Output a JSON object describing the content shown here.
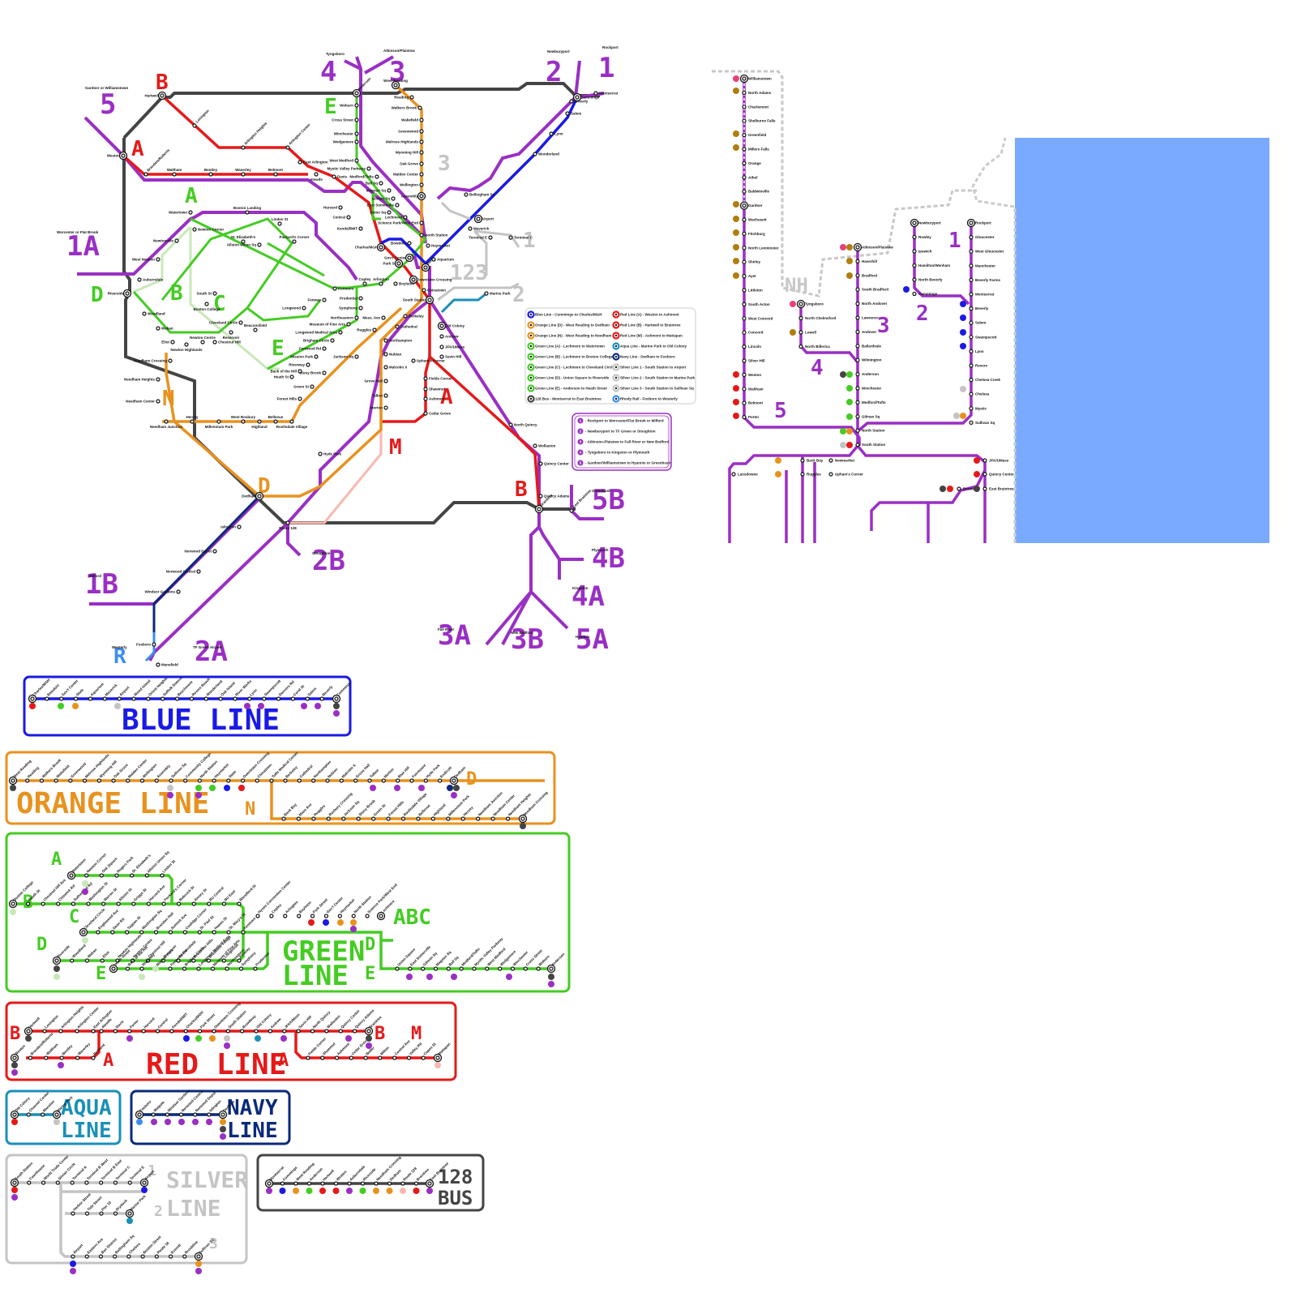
{
  "colors": {
    "blue": "#1a1ae6",
    "orange": "#e8921e",
    "green": "#44cc22",
    "light_green": "#c8e8b8",
    "red": "#e61919",
    "pink": "#f8b8b0",
    "aqua": "#1a8fb8",
    "navy": "#0a2a7a",
    "silver": "#c4c4c4",
    "bus": "#444444",
    "purple": "#9a2fc4",
    "rhody": "#3a8ef0",
    "brown": "#b07d0e",
    "magenta": "#e8407a",
    "ocean": "#7aaaff"
  },
  "legend_main": [
    {
      "color": "blue",
      "text": "Blue Line - Cummings to Charles/MGH"
    },
    {
      "color": "orange",
      "text": "Orange Line (D) - West Reading to Dedham"
    },
    {
      "color": "orange",
      "text": "Orange Line (N) - West Reading to Needham"
    },
    {
      "color": "green",
      "text": "Green Line (A) - Lechmere to Watertown"
    },
    {
      "color": "green",
      "text": "Green Line (B) - Lechmere to Boston College"
    },
    {
      "color": "green",
      "text": "Green Line (C) - Lechmere to Cleveland Circle"
    },
    {
      "color": "green",
      "text": "Green Line (D) - Union Square to Riverside"
    },
    {
      "color": "green",
      "text": "Green Line (E) - Anderson to Heath Street"
    },
    {
      "color": "bus",
      "text": "128 Bus - Montserrat to East Braintree"
    },
    {
      "color": "red",
      "text": "Red Line (A) - Weston to Ashmont"
    },
    {
      "color": "red",
      "text": "Red Line (B) - Hartwell to Braintree"
    },
    {
      "color": "red",
      "text": "Red Line (M) - Ashmont to Mattapan"
    },
    {
      "color": "aqua",
      "text": "Aqua Line - Marine Park to Old Colony"
    },
    {
      "color": "navy",
      "text": "Navy Line - Dedham to Foxboro"
    },
    {
      "color": "silver",
      "text": "Silver Line 1 - South Station to Airport"
    },
    {
      "color": "silver",
      "text": "Silver Line 2 - South Station to Marine Park"
    },
    {
      "color": "silver",
      "text": "Silver Line 3 - South Station to Sullivan Sq"
    },
    {
      "color": "rhody",
      "text": "Rhody Rail - Foxboro to Westerly"
    }
  ],
  "legend_commuter": [
    {
      "num": "1",
      "text": "- Rockport to Worcester/Flat Brook or Milford"
    },
    {
      "num": "2",
      "text": "- Newburyport to TF Green or Stoughton"
    },
    {
      "num": "3",
      "text": "- Atkinson-Plaistow to Fall River or New Bedford"
    },
    {
      "num": "4",
      "text": "- Tyngsboro to Kingston or Plymouth"
    },
    {
      "num": "5",
      "text": "- Gardner/Williamstown to Hyannis or Greenbush"
    }
  ],
  "route_labels": {
    "r1": "1",
    "r2": "2",
    "r3": "3",
    "r4": "4",
    "r5": "5",
    "r1a": "1A",
    "r1b": "1B",
    "r2a": "2A",
    "r2b": "2B",
    "r3a": "3A",
    "r3b": "3B",
    "r4a": "4A",
    "r4b": "4B",
    "r5a": "5A",
    "r5b": "5B",
    "redA": "A",
    "redB": "B",
    "redM": "M",
    "redA2": "A",
    "redB2": "B",
    "greenA": "A",
    "greenB": "B",
    "greenC": "C",
    "greenD": "D",
    "greenE": "E",
    "greenE2": "E",
    "orangeD": "D",
    "orangeN": "N",
    "rhodyR": "R",
    "silver1": "1",
    "silver2": "2",
    "silver3": "3",
    "silver123": "123",
    "nh": "NH"
  },
  "terminal_labels": {
    "gardner_williamstown": "Gardner or Williamstown",
    "worcester_flat_brook": "Worcester or Flat Brook",
    "milford": "Milford",
    "westerly": "Westerly",
    "tf_green": "TF Green Airport",
    "stoughton": "Stoughton",
    "fall_river": "Fall River",
    "new_bedford": "New Bedford",
    "hyannis": "Hyannis",
    "kingston": "Kingston",
    "plymouth": "Plymouth",
    "greenbush": "Greenbush",
    "newburyport": "Newburyport",
    "rockport": "Rockport",
    "tyngsboro": "Tyngsboro",
    "atkinson": "Atkinson/Plaistow"
  },
  "map_stations": {
    "hartwell": "Hartwell",
    "weston": "Weston",
    "lexington": "Lexington",
    "arlington_heights": "Arlington Heights",
    "arlington_center": "Arlington Center",
    "east_arlington": "East Arlington",
    "alewife": "Alewife",
    "davis": "Davis",
    "brandeis": "Brandeis/Roberts",
    "waltham": "Waltham",
    "bentley": "Bentley",
    "waverley": "Waverley",
    "belmont": "Belmont",
    "porter": "Porter",
    "harvard": "Harvard",
    "central": "Central",
    "kendall": "Kendall/MIT",
    "charles": "Charles/MGH",
    "park": "Park St",
    "downtown": "Downtown Crossing",
    "south_station": "South Station",
    "broadway": "Broadway",
    "old_colony": "Old Colony",
    "andrew": "Andrew",
    "jfk": "JFK/UMass",
    "savin": "Savin Hill",
    "fields": "Fields Corner",
    "shawmut": "Shawmut",
    "ashmont": "Ashmont",
    "cedar": "Cedar Grove",
    "north_quincy": "North Quincy",
    "wollaston": "Wollaston",
    "quincy_center": "Quincy Center",
    "quincy_adams": "Quincy Adams",
    "braintree": "Braintree",
    "anderson": "Anderson",
    "woburn": "Woburn",
    "cross": "Cross Street",
    "winchester": "Winchester",
    "wedgemere": "Wedgemere",
    "west_medford": "West Medford",
    "mystic_valley": "Mystic Valley Parkway",
    "medford": "Medford/Tufts",
    "ball": "Ball Sq",
    "magoun": "Magoun Sq",
    "gilman": "Gilman Sq",
    "east_somerville": "East Somerville",
    "union": "Union Sq",
    "lechmere": "Lechmere",
    "science_park": "Science Park/West End",
    "west_reading": "West Reading",
    "reading": "Reading",
    "walkers": "Walkers Brook",
    "wakefield": "Wakefield",
    "greenwood": "Greenwood",
    "melrose": "Melrose Highlands",
    "wyoming": "Wyoming Hill",
    "oak_grove": "Oak Grove",
    "malden": "Malden Center",
    "wellington": "Wellington",
    "assembly": "Assembly",
    "sullivan": "Sullivan Sq",
    "bowdoin": "Bowdoin",
    "govt": "Gov't Center",
    "state": "State",
    "aquarium": "Aquarium",
    "airport": "Airport",
    "bellingham": "Bellingham Sq",
    "haymarket": "Haymarket",
    "chinatown": "Chinatown",
    "berkeley": "Berkeley",
    "cathedral": "Cathedral",
    "northampton": "Northampton",
    "nubian": "Nubian",
    "malcolm": "Malcolm X",
    "grove_hall": "Grove Hall",
    "talbot": "Talbot",
    "morton": "Morton",
    "blue_hill": "Blue Hill",
    "upham": "Upham's Corner",
    "mass_ave": "Mass. Ave",
    "ruggles": "Ruggles",
    "jackson": "Jackson Sq",
    "stony_brook": "Stony Brook",
    "green_st": "Green St",
    "forest_hills": "Forest Hills",
    "west_roxbury": "West Roxbury",
    "bellevue": "Bellevue",
    "highland": "Highland",
    "roslindale": "Roslindale Village",
    "millennium": "Millennium Park",
    "hersey": "Hersey",
    "needham_jct": "Needham Junction",
    "needham_center": "Needham Center",
    "needham_heights": "Needham Heights",
    "needham_crossing": "Needham Crossing",
    "dedham": "Dedham",
    "hyde_park": "Hyde Park",
    "route128": "Route 128",
    "islington": "Islington",
    "norwood_depot": "Norwood Depot",
    "norwood_central": "Norwood Central",
    "windsor": "Windsor Gardens",
    "foxboro": "Foxboro",
    "mansfield": "Mansfield",
    "watertown": "Watertown",
    "newton_corner": "Newton Corner",
    "boston_landing": "Boston Landing",
    "allston_union": "Allston Union Sq",
    "linden": "Linden St",
    "st_elizabeths": "St. Elizabeth's",
    "packards": "Packard's Corner",
    "newtonville": "Newtonville",
    "west_newton": "West Newton",
    "auburndale": "Auburndale",
    "riverside": "Riverside",
    "woodland": "Woodland",
    "waban": "Waban",
    "eliot": "Eliot",
    "newton_highlands": "Newton Highlands",
    "newton_centre": "Newton Centre",
    "chestnut_hill": "Chestnut Hill",
    "reservoir": "Reservoir",
    "beaconsfield": "Beaconsfield",
    "boston_college": "Boston College",
    "south_st": "South St",
    "cleveland": "Cleveland Circle",
    "kenmore": "Kenmore",
    "copley": "Copley",
    "arlington": "Arlington",
    "boylston": "Boylston",
    "prudential": "Prudential",
    "symphony": "Symphony",
    "northeastern": "Northeastern",
    "mfa": "Museum of Fine Arts",
    "longwood_medical": "Longwood Medical Area",
    "brigham": "Brigham Circle",
    "fenwood": "Fenwood Rd",
    "mission": "Mission Park",
    "riverway": "Riverway",
    "back_of_hill": "Back of the Hill",
    "heath": "Heath St",
    "longwood": "Longwood",
    "fenway": "Fenway",
    "needham_xing": "Needham Crossing",
    "north_station": "North Station",
    "maverick": "Maverick",
    "terminal_c": "Terminal C",
    "terminal_e": "Terminal E",
    "marine_park": "Marine Park",
    "wonderland": "Wonderland",
    "cummings": "Cummings",
    "montserrat": "Montserrat",
    "east_braintree": "East Braintree",
    "beverly": "Beverly",
    "salem": "Salem",
    "lynn": "Lynn"
  },
  "commuter_diagram": {
    "line5": [
      "Williamstown",
      "North Adams",
      "Charlemont",
      "Shelburne Falls",
      "Greenfield",
      "Millers Falls",
      "Orange",
      "Athol",
      "Baldwinville",
      "Gardner",
      "Wachusett",
      "Fitchburg",
      "North Leominster",
      "Shirley",
      "Ayer",
      "Littleton",
      "South Acton",
      "West Concord",
      "Concord",
      "Lincoln",
      "Silver Hill",
      "Weston",
      "Waltham",
      "Belmont",
      "Porter"
    ],
    "line4": [
      "Tyngsboro",
      "North Chelmsford",
      "Lowell",
      "North Billerica"
    ],
    "line3": [
      "Atkinson/Plaistow",
      "Haverhill",
      "Bradford",
      "South Bradford",
      "North Andover",
      "Lawrence",
      "Andover",
      "Ballardvale",
      "Wilmington",
      "Anderson",
      "Winchester",
      "Medford/Tufts",
      "Gilman Sq",
      "North Station",
      "South Station"
    ],
    "line2": [
      "Newburyport",
      "Rowley",
      "Ipswich",
      "Hamilton/Wenham",
      "North Beverly",
      "Cummings"
    ],
    "line1": [
      "Rockport",
      "Gloucester",
      "West Gloucester",
      "Manchester",
      "Beverly Farms",
      "Montserrat",
      "Beverly",
      "Salem",
      "Swampscott",
      "Lynn",
      "Revere",
      "Chelsea Creek",
      "Chelsea",
      "Mystic",
      "Sullivan Sq"
    ],
    "south": [
      "Back Bay",
      "Ruggles",
      "Lansdowne",
      "Newmarket",
      "Upham's Corner",
      "JFK/UMass",
      "Quincy Center",
      "East Braintree",
      "Braintree"
    ],
    "nh_label": "NH",
    "nums": {
      "n1": "1",
      "n2": "2",
      "n3": "3",
      "n4": "4",
      "n5": "5"
    }
  },
  "panels": {
    "blue": {
      "title": "BLUE LINE",
      "stations": [
        "Charles/MGH",
        "Bowdoin",
        "Gov't Center",
        "State",
        "Aquarium",
        "Maverick",
        "Airport",
        "Wood Island",
        "Orient Heights",
        "Suffolk Downs",
        "Beachmont",
        "Revere Beach",
        "Wonderland",
        "Oak Island",
        "River Works",
        "Lynn",
        "Swampscott",
        "Danvers Rd",
        "Coral St",
        "Salem",
        "Beverly",
        "Cummings"
      ]
    },
    "orange": {
      "title": "ORANGE LINE",
      "trunk": [
        "West Reading",
        "Reading",
        "Walkers Brook",
        "Wakefield",
        "Greenwood",
        "Melrose Highlands",
        "Wyoming Hill",
        "Oak Grove",
        "Malden Center",
        "Wellington",
        "Assembly",
        "Sullivan Sq",
        "Community College",
        "North Station",
        "Haymarket",
        "State",
        "Downtown Crossing",
        "Chinatown",
        "Tufts Medical Center"
      ],
      "branch_d": [
        "Berkeley",
        "Cathedral",
        "Northampton",
        "Nubian",
        "Malcolm X",
        "Grove Hall",
        "Talbot",
        "Morton",
        "Blue Hill",
        "Fairmount",
        "Hyde Park",
        "Endicott",
        "Dedham"
      ],
      "branch_n": [
        "Back Bay",
        "Mass Ave",
        "Ruggles",
        "Roxbury Crossing",
        "Jackson Sq",
        "Stony Brook",
        "Green St",
        "Forest Hills",
        "Roslindale Village",
        "Bellevue",
        "Highland",
        "Millennium Park",
        "Hersey",
        "Needham Junction",
        "Needham Center",
        "Needham Heights",
        "Needham Crossing"
      ],
      "label_d": "D",
      "label_n": "N",
      "extra_label": "West Roxbury"
    },
    "green": {
      "title_1": "GREEN",
      "title_2": "LINE",
      "branch_a": [
        "Watertown",
        "Newton Corner",
        "Oak Square",
        "Rogers Park",
        "St. Elizabeth's",
        "Allston Union Sq",
        "Linden St"
      ],
      "branch_b": [
        "Boston College",
        "South St",
        "Chestnut Hill Ave",
        "Chiswick Rd",
        "Sutherland Rd",
        "Washington St",
        "Warren St",
        "Allston St",
        "Griggs St",
        "Harvard Ave",
        "Packard's Corner",
        "Babcock St",
        "Amory St",
        "BU Central",
        "BU East",
        "Blandford St"
      ],
      "branch_c": [
        "Cleveland Circle",
        "Englewood Ave",
        "Dean Rd",
        "Tappan St",
        "Washington Sq",
        "Brandon Hall",
        "Summit Ave",
        "Coolidge Corner",
        "St. Paul St",
        "Hawes St",
        "St. Mary's St",
        "Kenmore"
      ],
      "branch_d": [
        "Riverside",
        "Woodland",
        "Waban",
        "Eliot",
        "Newton Highlands",
        "Newton Centre",
        "Chestnut Hill",
        "Reservoir",
        "Beaconsfield",
        "Brookline Hills",
        "Brookline Village",
        "Longwood",
        "Fenway"
      ],
      "branch_e": [
        "Heath Street",
        "Back of the Hill",
        "Riverway",
        "Mission Park",
        "Fenwood Rd",
        "Brigham Circle",
        "Longwood Medical Area",
        "Museum of Fine Arts",
        "Northeastern",
        "Symphony",
        "Prudential"
      ],
      "trunk": [
        "Hynes Convention Center",
        "Copley",
        "Arlington",
        "Boylston",
        "Park Street",
        "Gov't Center",
        "Haymarket",
        "North Station",
        "Science Park/West End",
        "Lechmere"
      ],
      "north": [
        "Union Square",
        "East Somerville",
        "Gilman Sq",
        "Magoun Sq",
        "Ball Sq",
        "Medford/Tufts",
        "Mystic Valley Parkway",
        "West Medford",
        "Wedgemere",
        "Winchester",
        "Cross Street",
        "Woburn",
        "Anderson"
      ],
      "label_abc": "ABC",
      "label_a": "A",
      "label_b": "B",
      "label_c": "C",
      "label_d": "D",
      "label_e": "E",
      "label_d2": "D",
      "label_e2": "E"
    },
    "red": {
      "title": "RED LINE",
      "branch_b_north": [
        "Hartwell",
        "Lexington",
        "Arlington Heights",
        "Arlington Center",
        "East Arlington"
      ],
      "branch_a_north": [
        "Weston",
        "Brandeis/Roberts",
        "Waltham",
        "Bentley",
        "Waverley",
        "Belmont"
      ],
      "trunk": [
        "Alewife",
        "Davis",
        "Porter",
        "Harvard",
        "Central",
        "Kendall/MIT",
        "Charles/MGH",
        "Park Street",
        "Downtown Crossing",
        "South Station",
        "Broadway",
        "Old Colony",
        "Andrew",
        "JFK/UMass",
        "Savin Hill",
        "North Quincy",
        "Wollaston",
        "Quincy Center",
        "Quincy Adams",
        "Braintree"
      ],
      "branch_a_south": [
        "Fields Corner",
        "Shawmut",
        "Ashmont",
        "Cedar Grove",
        "Butler",
        "Milton",
        "Central Ave",
        "Valley Rd",
        "Capen St",
        "Mattapan"
      ],
      "label_a": "A",
      "label_b": "B",
      "label_m": "M",
      "label_a2": "A",
      "label_b2": "B"
    },
    "aqua": {
      "title_1": "AQUA",
      "title_2": "LINE",
      "stations": [
        "Old Colony",
        "Channel Center",
        "Mansion",
        "Marine Park"
      ]
    },
    "navy": {
      "title_1": "NAVY",
      "title_2": "LINE",
      "stations": [
        "Foxboro",
        "Walpole",
        "Windsor Gardens",
        "Norwood Central",
        "Norwood Depot",
        "Islington",
        "Dedham"
      ]
    },
    "silver": {
      "title_1": "SILVER",
      "title_2": "LINE",
      "sl1": [
        "South Station",
        "Courthouse",
        "World Trade Center",
        "Silvian Circle",
        "Terminal A",
        "Terminal B West",
        "Terminal B East",
        "Terminal C",
        "Terminal E",
        "Airport"
      ],
      "sl2": [
        "Harbor Street",
        "Tide Street",
        "Pier 10",
        "Drydock",
        "Marine Park"
      ],
      "sl3": [
        "Airport",
        "Eastern Ave",
        "Box District",
        "Bellingham Sq",
        "Chelsea",
        "Boston Street",
        "Route 16",
        "Everett",
        "Brookline",
        "Sullivan Sq"
      ],
      "n1": "1",
      "n2": "2",
      "n3": "3"
    },
    "bus": {
      "title_1": "128",
      "title_2": "BUS",
      "stations": [
        "Montserrat",
        "Cummings",
        "West Reading",
        "Anderson",
        "Hartwell",
        "Weston",
        "Auburndale",
        "Riverside",
        "Needham Crossing",
        "Dedham",
        "Route 128",
        "Braintree",
        "East Braintree"
      ]
    }
  }
}
